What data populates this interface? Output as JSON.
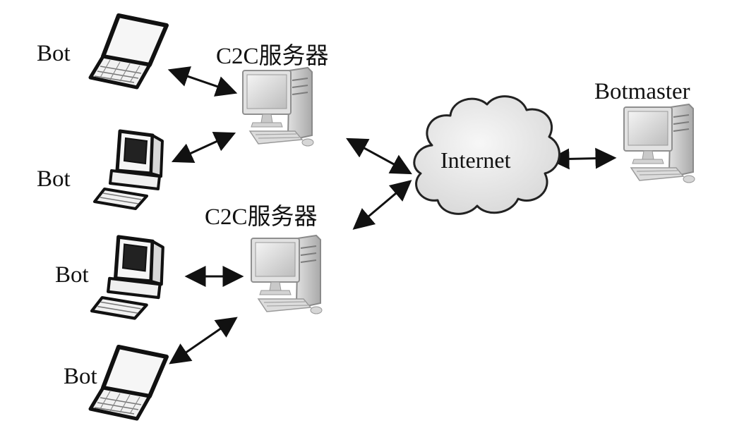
{
  "diagram": {
    "nodes": {
      "bot_1": {
        "label": "Bot",
        "device": "laptop-icon"
      },
      "bot_2": {
        "label": "Bot",
        "device": "desktop-crt-icon"
      },
      "bot_3": {
        "label": "Bot",
        "device": "desktop-crt-icon"
      },
      "bot_4": {
        "label": "Bot",
        "device": "laptop-icon"
      },
      "c2c_server_1": {
        "label": "C2C服务器",
        "device": "server-pc-icon"
      },
      "c2c_server_2": {
        "label": "C2C服务器",
        "device": "server-pc-icon"
      },
      "internet": {
        "label": "Internet",
        "device": "cloud-icon"
      },
      "botmaster": {
        "label": "Botmaster",
        "device": "server-pc-icon"
      }
    },
    "edges": [
      {
        "from": "bot_1",
        "to": "c2c_server_1",
        "direction": "both"
      },
      {
        "from": "bot_2",
        "to": "c2c_server_1",
        "direction": "both"
      },
      {
        "from": "bot_3",
        "to": "c2c_server_2",
        "direction": "both"
      },
      {
        "from": "bot_4",
        "to": "c2c_server_2",
        "direction": "both"
      },
      {
        "from": "c2c_server_1",
        "to": "internet",
        "direction": "both"
      },
      {
        "from": "c2c_server_2",
        "to": "internet",
        "direction": "both"
      },
      {
        "from": "internet",
        "to": "botmaster",
        "direction": "both"
      }
    ],
    "colors": {
      "line": "#111111",
      "device_outline": "#1a1a1a",
      "screen": "#cfcfcf",
      "cloud_fill": "#e9e9e9"
    }
  }
}
